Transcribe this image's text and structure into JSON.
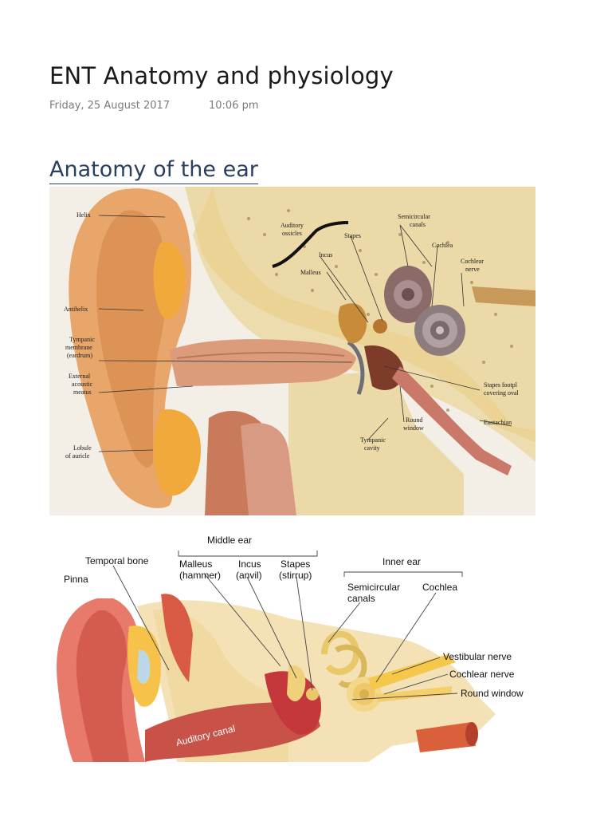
{
  "page": {
    "title": "ENT Anatomy and physiology",
    "date": "Friday, 25 August 2017",
    "time": "10:06 pm",
    "section_heading": "Anatomy of the ear"
  },
  "figure1": {
    "labels": {
      "helix": "Helix",
      "antihelix": "Antihelix",
      "tympanic": [
        "Tympanic",
        "membrane",
        "(eardrum)"
      ],
      "external": [
        "External",
        "acoustic",
        "meatus"
      ],
      "lobule": [
        "Lobule",
        "of auricle"
      ],
      "auditory_ossicles": [
        "Auditory",
        "ossicles"
      ],
      "incus": "Incus",
      "malleus": "Malleus",
      "stapes": "Stapes",
      "semicircular": [
        "Semicircular",
        "canals"
      ],
      "cochlea": "Cochlea",
      "cochlear_nerve": [
        "Cochlear",
        "nerve"
      ],
      "stapes_footplate": [
        "Stapes footpl",
        "covering oval"
      ],
      "round_window": [
        "Round",
        "window"
      ],
      "eustachian": "Eustachian",
      "tympanic_cavity": [
        "Tympanic",
        "cavity"
      ]
    }
  },
  "figure2": {
    "labels": {
      "middle_ear": "Middle ear",
      "temporal_bone": "Temporal bone",
      "malleus": [
        "Malleus",
        "(hammer)"
      ],
      "incus": [
        "Incus",
        "(anvil)"
      ],
      "stapes": [
        "Stapes",
        "(stirrup)"
      ],
      "inner_ear": "Inner ear",
      "pinna": "Pinna",
      "semicircular": [
        "Semicircular",
        "canals"
      ],
      "cochlea": "Cochlea",
      "vestibular_nerve": "Vestibular nerve",
      "cochlear_nerve": "Cochlear nerve",
      "round_window": "Round window",
      "auditory_canal": "Auditory canal"
    }
  }
}
